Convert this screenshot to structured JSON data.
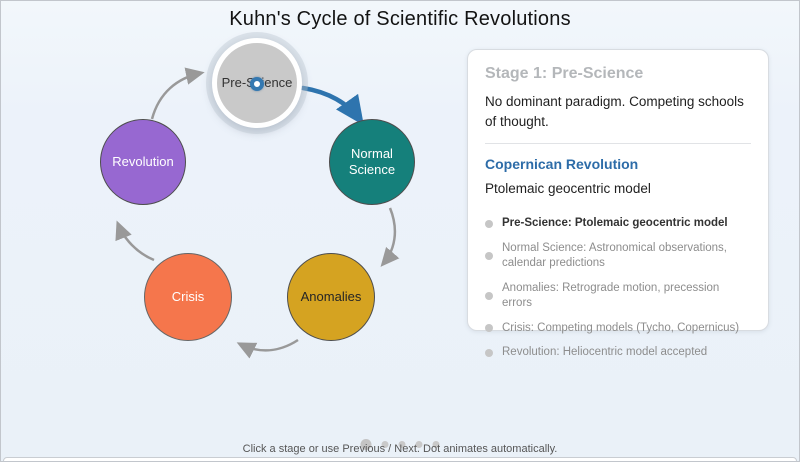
{
  "title": "Kuhn's Cycle of Scientific Revolutions",
  "stages": [
    {
      "label": "Pre-Science",
      "color": "#c9c9c9",
      "active": true
    },
    {
      "label": "Normal Science",
      "color": "#15807b",
      "active": false
    },
    {
      "label": "Anomalies",
      "color": "#d5a321",
      "active": false
    },
    {
      "label": "Crisis",
      "color": "#f5764c",
      "active": false
    },
    {
      "label": "Revolution",
      "color": "#9768d1",
      "active": false
    }
  ],
  "arrow_colors": {
    "inactive": "#999999",
    "active": "#2e74ae"
  },
  "panel": {
    "stage_title": "Stage 1: Pre-Science",
    "stage_title_color": "#b4b7ba",
    "description": "No dominant paradigm. Competing schools of thought.",
    "example_title": "Copernican Revolution",
    "example_title_color": "#2d6ca8",
    "example_text": "Ptolemaic geocentric model",
    "timeline": [
      {
        "text": "Pre-Science: Ptolemaic geocentric model",
        "active": true
      },
      {
        "text": "Normal Science: Astronomical observations, calendar predictions",
        "active": false
      },
      {
        "text": "Anomalies: Retrograde motion, precession errors",
        "active": false
      },
      {
        "text": "Crisis: Competing models (Tycho, Copernicus)",
        "active": false
      },
      {
        "text": "Revolution: Heliocentric model accepted",
        "active": false
      }
    ]
  },
  "footer": {
    "caption": "Click a stage or use Previous / Next. Dot animates automatically.",
    "dots_total": 5,
    "active_dot": 1
  }
}
